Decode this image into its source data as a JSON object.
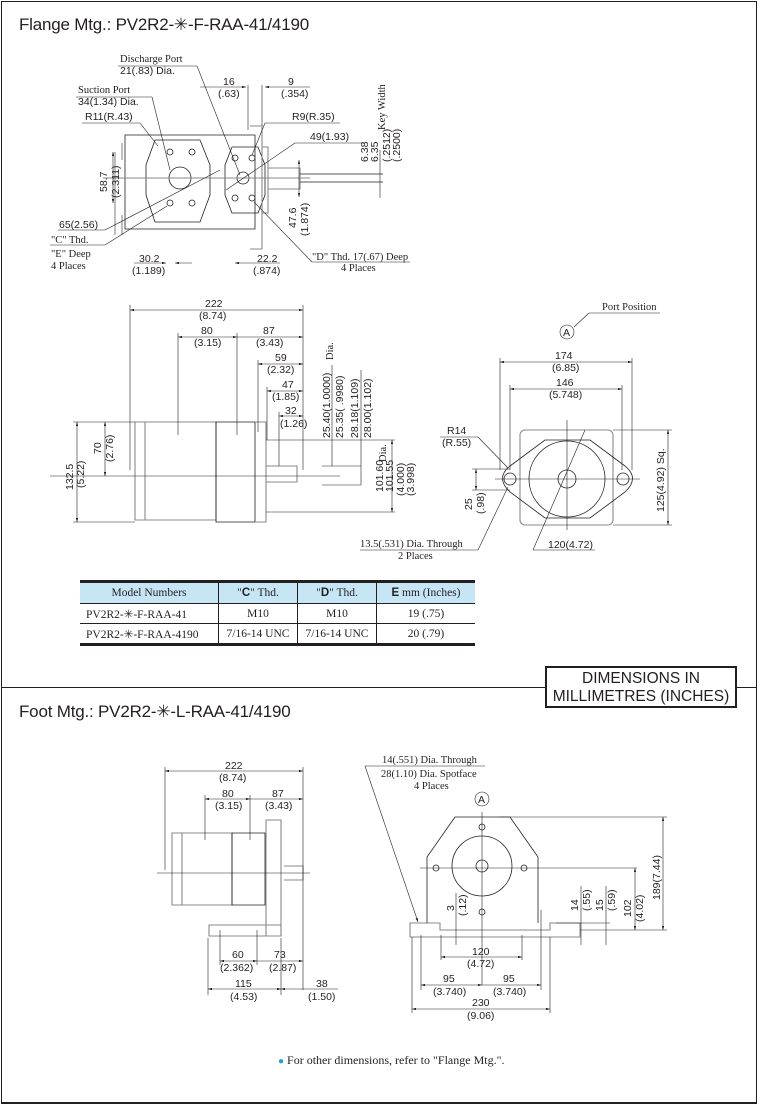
{
  "flange": {
    "title": "Flange Mtg.: PV2R2-✳-F-RAA-41/4190",
    "front_view": {
      "discharge_port_label": "Discharge Port",
      "discharge_port_dia": "21(.83) Dia.",
      "suction_port_label": "Suction Port",
      "suction_port_dia": "34(1.34) Dia.",
      "r11": "R11(R.43)",
      "dim16": "16",
      "dim16_in": "(.63)",
      "dim9": "9",
      "dim9_in": "(.354)",
      "r9": "R9(R.35)",
      "dim49": "49(1.93)",
      "key_width_label": "Key Width",
      "key_638": "6.38",
      "key_635": "6.35",
      "key_2512": "(.2512)",
      "key_2500": "(.2500)",
      "dim58_7": "58.7",
      "dim58_7_in": "(2.311)",
      "dim47_6": "47.6",
      "dim47_6_in": "(1.874)",
      "dim65": "65(2.56)",
      "c_thd_label": "\"C\" Thd.",
      "e_deep_label": "\"E\" Deep",
      "four_places": "4 Places",
      "dim30_2": "30.2",
      "dim30_2_in": "(1.189)",
      "dim22_2": "22.2",
      "dim22_2_in": "(.874)",
      "d_thd_label": "\"D\" Thd. 17(.67) Deep",
      "d_four_places": "4 Places"
    },
    "side_view": {
      "dim222": "222",
      "dim222_in": "(8.74)",
      "dim80": "80",
      "dim80_in": "(3.15)",
      "dim87": "87",
      "dim87_in": "(3.43)",
      "dim59": "59",
      "dim59_in": "(2.32)",
      "dim47": "47",
      "dim47_in": "(1.85)",
      "dim32": "32",
      "dim32_in": "(1.26)",
      "shaft_dia_label": "Dia.",
      "shaft_2540": "25.40(1.0000)",
      "shaft_2535": "25.35( .9980)",
      "shaft_2818": "28.18(1.109)",
      "shaft_2800": "28.00(1.102)",
      "pilot_dia_label": "Dia.",
      "pilot_10160": "101.60",
      "pilot_10155": "101.55",
      "pilot_4000": "(4.000)",
      "pilot_3998": "(3.998)",
      "dim132_5": "132.5",
      "dim132_5_in": "(5.22)",
      "dim70": "70",
      "dim70_in": "(2.76)"
    },
    "end_view": {
      "port_position_label": "Port Position",
      "marker_a": "A",
      "dim174": "174",
      "dim174_in": "(6.85)",
      "dim146": "146",
      "dim146_in": "(5.748)",
      "r14": "R14",
      "r14_in": "(R.55)",
      "dim25": "25",
      "dim25_in": "(.98)",
      "dim125": "125(4.92) Sq.",
      "holes_label": "13.5(.531) Dia. Through",
      "holes_places": "2 Places",
      "dim120": "120(4.72)"
    },
    "table": {
      "headers": [
        "Model Numbers",
        "\"C\" Thd.",
        "\"D\" Thd.",
        "E mm (Inches)"
      ],
      "header_bold": [
        "",
        "C",
        "D",
        "E"
      ],
      "rows": [
        [
          "PV2R2-✳-F-RAA-41",
          "M10",
          "M10",
          "19 (.75)"
        ],
        [
          "PV2R2-✳-F-RAA-4190",
          "7/16-14 UNC",
          "7/16-14 UNC",
          "20 (.79)"
        ]
      ],
      "header_color": "#c6e6f6"
    }
  },
  "dimensions_box": {
    "line1": "DIMENSIONS IN",
    "line2": "MILLIMETRES (INCHES)"
  },
  "foot": {
    "title": "Foot Mtg.: PV2R2-✳-L-RAA-41/4190",
    "side_view": {
      "dim222": "222",
      "dim222_in": "(8.74)",
      "dim80": "80",
      "dim80_in": "(3.15)",
      "dim87": "87",
      "dim87_in": "(3.43)",
      "dim60": "60",
      "dim60_in": "(2.362)",
      "dim73": "73",
      "dim73_in": "(2.87)",
      "dim115": "115",
      "dim115_in": "(4.53)",
      "dim38": "38",
      "dim38_in": "(1.50)"
    },
    "end_view": {
      "holes_line1": "14(.551) Dia. Through",
      "holes_line2": "28(1.10) Dia. Spotface",
      "holes_line3": "4 Places",
      "marker_a": "A",
      "dim189": "189(7.44)",
      "dim102": "102",
      "dim102_in": "(4.02)",
      "dim15": "15",
      "dim15_in": "(.59)",
      "dim14": "14",
      "dim14_in": "(.55)",
      "dim3": "3",
      "dim3_in": "(.12)",
      "dim120": "120",
      "dim120_in": "(4.72)",
      "dim95a": "95",
      "dim95a_in": "(3.740)",
      "dim95b": "95",
      "dim95b_in": "(3.740)",
      "dim230": "230",
      "dim230_in": "(9.06)"
    },
    "note": "For other dimensions, refer to \"Flange Mtg.\".",
    "bullet_color": "#1aa0e0"
  }
}
